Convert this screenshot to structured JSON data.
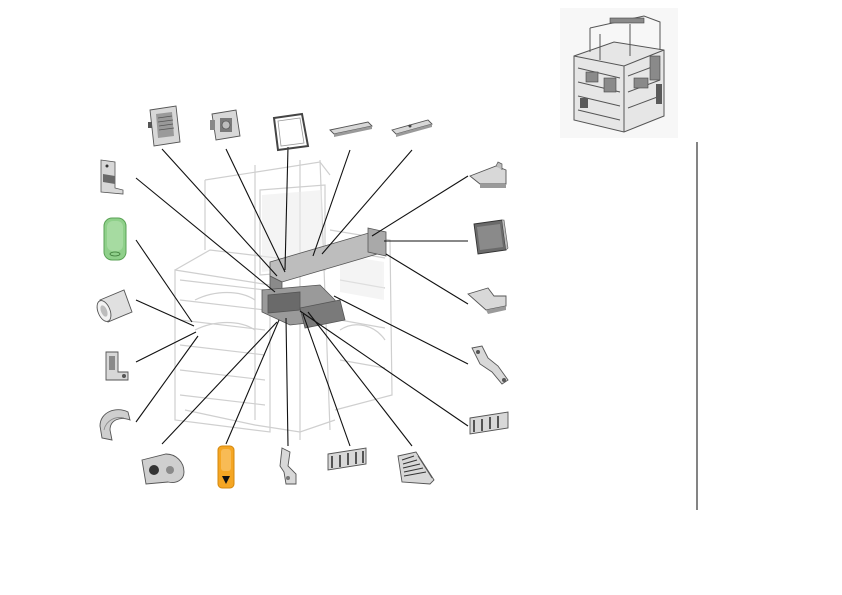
{
  "diagram": {
    "type": "exploded-parts-view",
    "colors": {
      "line": "#111111",
      "part_stroke": "#555555",
      "part_fill": "#d8d8d8",
      "part_dark": "#6a6a6a",
      "ghost": "#cfcfcf",
      "green": "#8fd08a",
      "green_dark": "#5aa255",
      "orange": "#f5a623",
      "orange_dark": "#d4880f",
      "divider": "#333333"
    },
    "parts": [
      {
        "id": "top-left-bracket",
        "icon": "bracket"
      },
      {
        "id": "green-cover",
        "icon": "green-cover"
      },
      {
        "id": "roller-tube",
        "icon": "tube"
      },
      {
        "id": "small-hook",
        "icon": "hook"
      },
      {
        "id": "curved-guide",
        "icon": "curve"
      },
      {
        "id": "filter-panel-a",
        "icon": "panel"
      },
      {
        "id": "fan-unit",
        "icon": "fan"
      },
      {
        "id": "square-gasket",
        "icon": "gasket"
      },
      {
        "id": "flat-rail-a",
        "icon": "rail"
      },
      {
        "id": "flat-rail-b",
        "icon": "rail"
      },
      {
        "id": "top-right-bracket",
        "icon": "bracket"
      },
      {
        "id": "filter-block",
        "icon": "block"
      },
      {
        "id": "mid-right-bracket",
        "icon": "bracket"
      },
      {
        "id": "lever-arm",
        "icon": "lever"
      },
      {
        "id": "comb-strip-right",
        "icon": "comb"
      },
      {
        "id": "round-plate",
        "icon": "plate"
      },
      {
        "id": "orange-lever",
        "icon": "orange-lever"
      },
      {
        "id": "clip",
        "icon": "clip"
      },
      {
        "id": "comb-strip-bottom",
        "icon": "comb"
      },
      {
        "id": "grill-guard",
        "icon": "grill"
      }
    ]
  }
}
